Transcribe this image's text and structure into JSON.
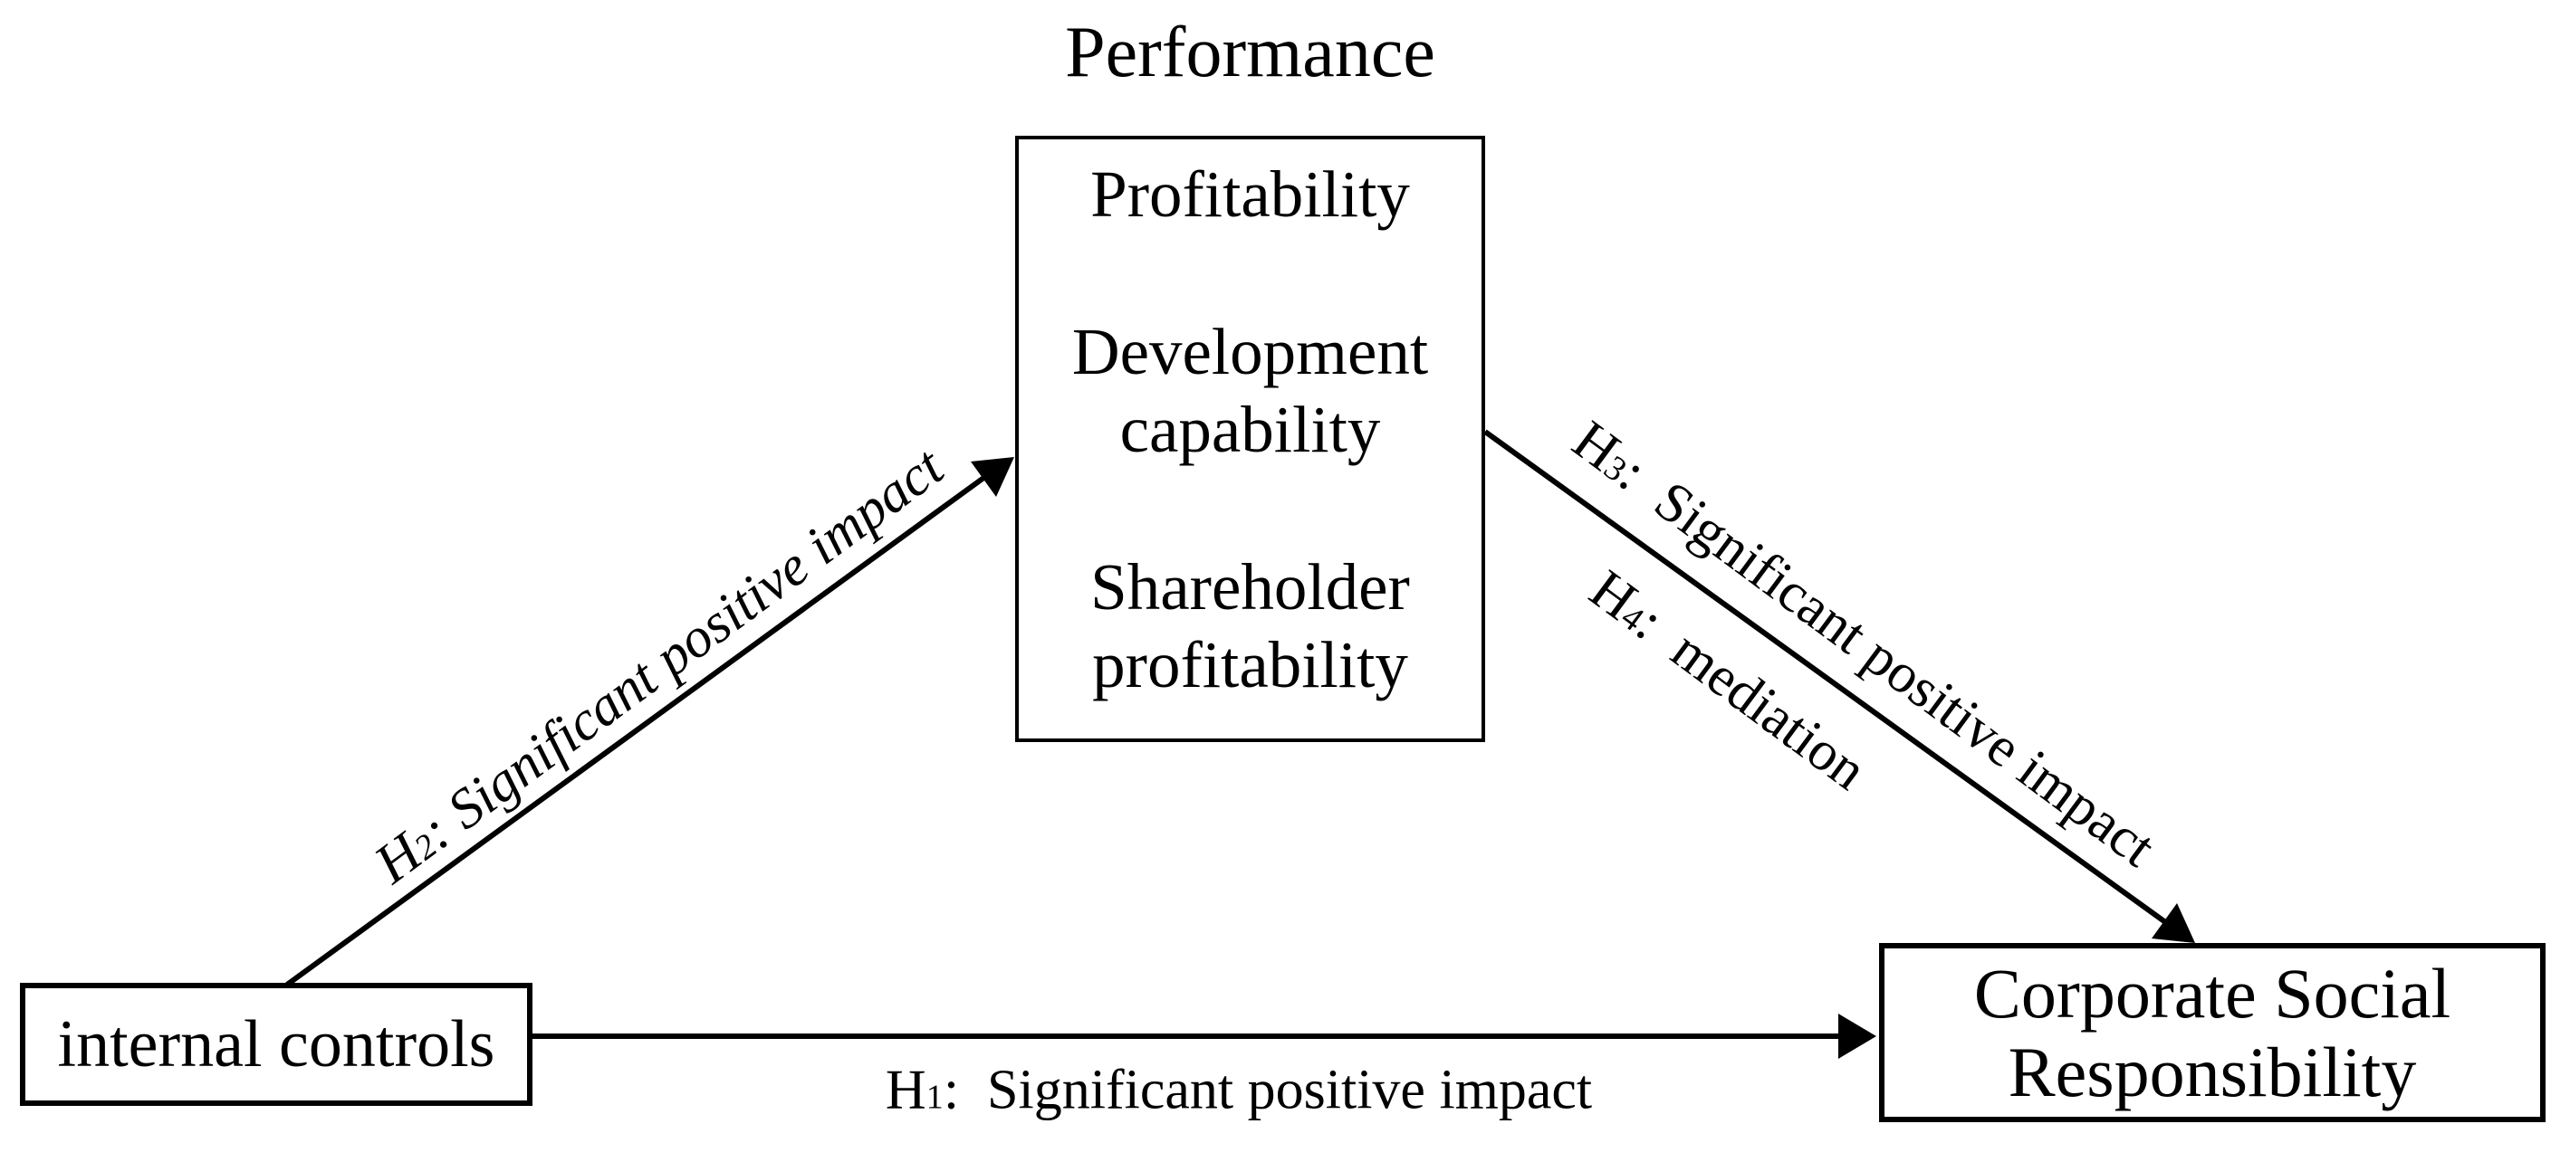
{
  "diagram": {
    "title": "Performance",
    "mediator_box": {
      "items": [
        "Profitability",
        "Development capability",
        "Shareholder profitability"
      ]
    },
    "left_box": {
      "label": "internal controls"
    },
    "right_box": {
      "line1": "Corporate Social",
      "line2": "Responsibility"
    },
    "hypotheses": {
      "h1": {
        "prefix": "H",
        "num": "1",
        "text": ":  Significant positive impact"
      },
      "h2": {
        "prefix": "H",
        "num": "2",
        "text": ": Significant positive impact"
      },
      "h3": {
        "prefix": "H",
        "num": "3",
        "text": ":  Significant positive impact"
      },
      "h4": {
        "prefix": "H",
        "num": "4",
        "text": ":  mediation"
      }
    },
    "colors": {
      "ink": "#000000",
      "background": "#ffffff"
    }
  }
}
